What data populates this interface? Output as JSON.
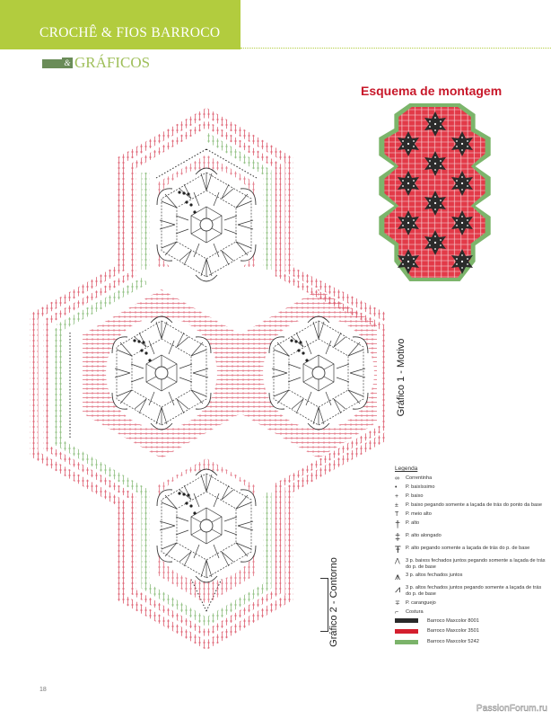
{
  "header": {
    "title": "CROCHÊ & FIOS BARROCO",
    "band_color": "#b2cc3e"
  },
  "section": {
    "icon": "swirl-logo-icon",
    "logo_glyph": "&",
    "title": "GRÁFICOS"
  },
  "assembly_scheme": {
    "title": "Esquema de montagem"
  },
  "chart_labels": {
    "graph1": "Gráfico 1 - Motivo",
    "graph2": "Gráfico 2 - Contorno"
  },
  "legend": {
    "title": "Legenda",
    "items": [
      {
        "symbol": "∞",
        "label": "Correntinha"
      },
      {
        "symbol": "•",
        "label": "P. baixíssimo"
      },
      {
        "symbol": "+",
        "label": "P. baixo"
      },
      {
        "symbol": "±",
        "label": "P. baixo pegando somente a laçada de trás do ponto da base"
      },
      {
        "symbol": "T",
        "label": "P. meio alto"
      },
      {
        "symbol": "†",
        "label": "P. alto"
      },
      {
        "symbol": "‡",
        "label": "P. alto alongado"
      },
      {
        "symbol": "Ŧ",
        "label": "P. alto pegando somente a laçada de trás do p. de base"
      },
      {
        "symbol": "⋀",
        "label": "3 p. baixos fechados juntos pegando somente a laçada de trás do p. de base"
      },
      {
        "symbol": "⩚",
        "label": "3 p. altos fechados juntos"
      },
      {
        "symbol": "⩘",
        "label": "3 p. altos fechados juntos pegando somente a laçada de trás do p. de base"
      },
      {
        "symbol": "∓",
        "label": "P. caranguejo"
      },
      {
        "symbol": "⌐",
        "label": "Costura"
      }
    ],
    "yarns": [
      {
        "label": "Barroco Maxcolor 8001",
        "color": "#2a2a2a"
      },
      {
        "label": "Barroco Maxcolor 3501",
        "color": "#d41f2e"
      },
      {
        "label": "Barroco Maxcolor 5242",
        "color": "#7bb36a"
      }
    ]
  },
  "colors": {
    "motif": "#3a3a3a",
    "red": "#d8465a",
    "green": "#7cb56b",
    "black": "#2a2a2a"
  },
  "footer": {
    "page_number": "18",
    "watermark": "PassionForum.ru"
  }
}
